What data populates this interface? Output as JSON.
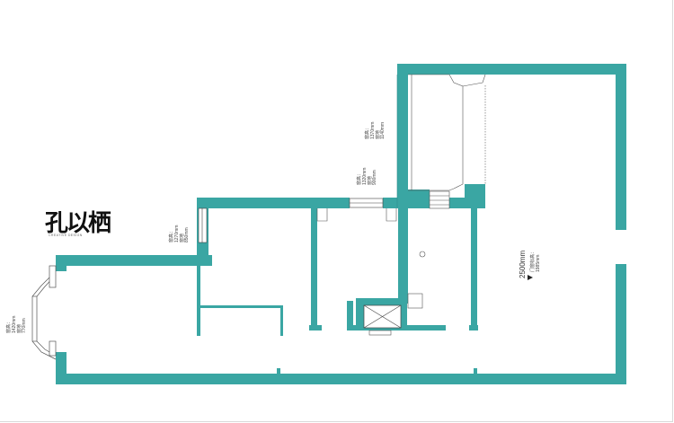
{
  "logo": {
    "mark": "孔以栖",
    "tagline": "CREATIVE DESIGN"
  },
  "windows": [
    {
      "id": "left-bay",
      "lines": [
        "窗高：",
        "1420mm",
        "窗地",
        "770mm"
      ]
    },
    {
      "id": "room-a",
      "lines": [
        "窗高：",
        "1270mm",
        "窗地",
        "850mm"
      ]
    },
    {
      "id": "room-b",
      "lines": [
        "窗高：",
        "1320mm",
        "窗地",
        "900mm"
      ]
    },
    {
      "id": "balcony",
      "lines": [
        "窗高：",
        "1370mm",
        "窗地",
        "1140mm"
      ]
    }
  ],
  "height_dimension": {
    "main": "2500mm",
    "sub_lines": [
      "门窗标高：",
      "1985mm"
    ]
  },
  "colors": {
    "wall": "#3aa6a3",
    "wall_stroke": "#2d8d8a",
    "background": "#ffffff"
  }
}
